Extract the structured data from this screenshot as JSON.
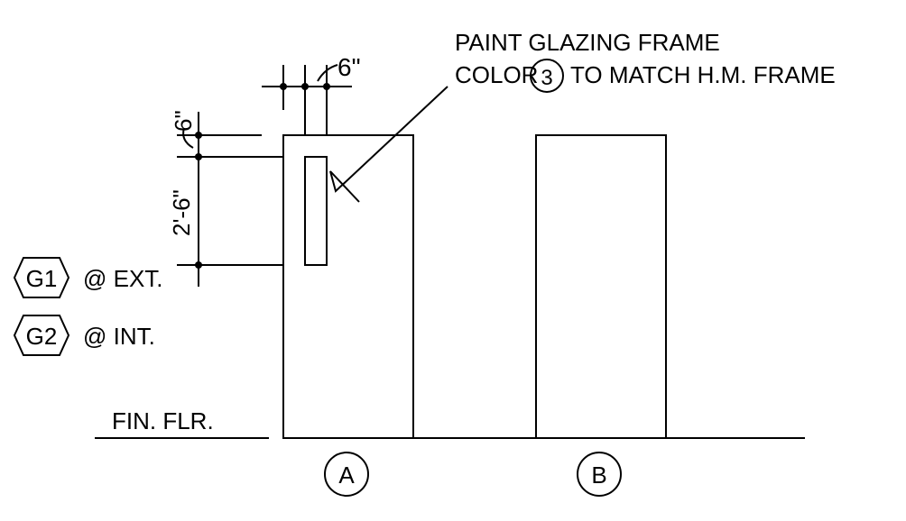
{
  "note": {
    "line1": "PAINT GLAZING FRAME",
    "line2_pre": "COLOR",
    "line2_tag": "3",
    "line2_post": "TO MATCH H.M. FRAME"
  },
  "dimensions": {
    "glazing_width": "6\"",
    "head_offset": "6\"",
    "glazing_height": "2'-6\""
  },
  "glazing_types": [
    {
      "tag": "G1",
      "label": "@ EXT."
    },
    {
      "tag": "G2",
      "label": "@ INT."
    }
  ],
  "floor_label": "FIN. FLR.",
  "door_types": [
    "A",
    "B"
  ]
}
